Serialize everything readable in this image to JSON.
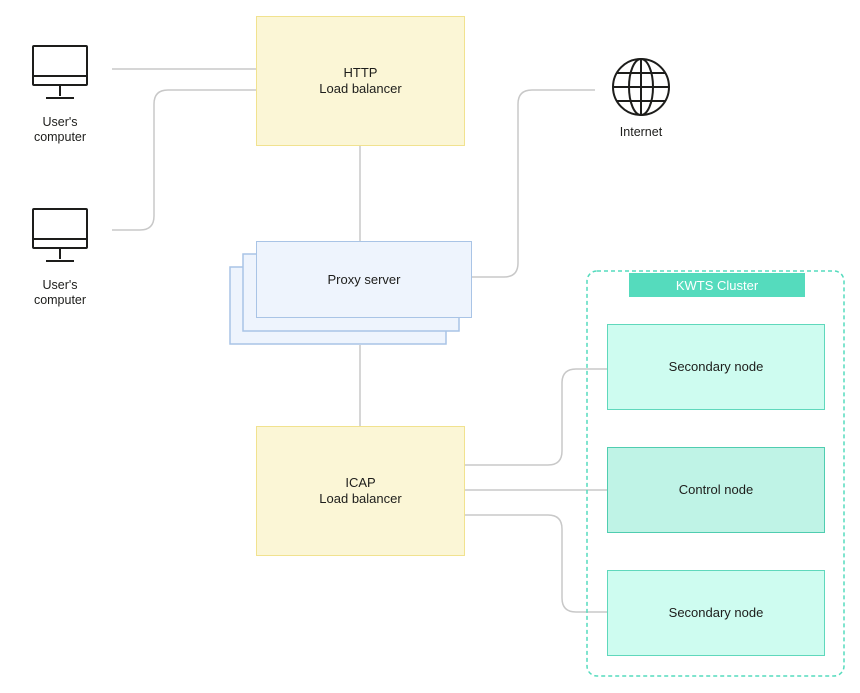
{
  "diagram": {
    "http_lb": {
      "line1": "HTTP",
      "line2": "Load balancer"
    },
    "proxy": {
      "label": "Proxy server"
    },
    "icap_lb": {
      "line1": "ICAP",
      "line2": "Load balancer"
    },
    "internet": {
      "label": "Internet",
      "icon": "globe-icon"
    },
    "computers": [
      {
        "line1": "User's",
        "line2": "computer",
        "icon": "monitor-icon"
      },
      {
        "line1": "User's",
        "line2": "computer",
        "icon": "monitor-icon"
      }
    ],
    "cluster": {
      "title": "KWTS Cluster",
      "nodes": [
        "Secondary node",
        "Control node",
        "Secondary node"
      ]
    }
  },
  "colors": {
    "lb_fill": "#fbf6d6",
    "lb_border": "#f1e28f",
    "proxy_fill": "#eef4fd",
    "proxy_border": "#a9c4e6",
    "node_fill": "#cefcf0",
    "node_border": "#5fd8bc",
    "cluster_accent": "#55dbbd",
    "connector": "#c8c8c8"
  }
}
